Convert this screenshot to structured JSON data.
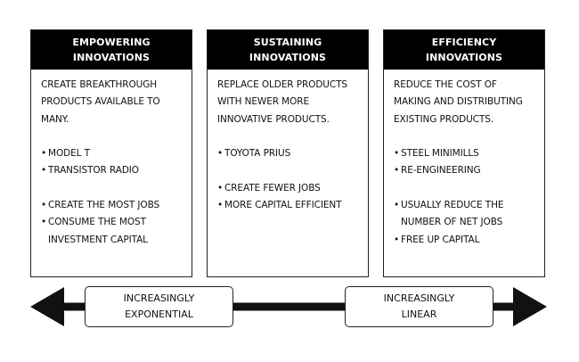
{
  "columns": [
    {
      "header": "EMPOWERING\nINNOVATIONS",
      "description": "CREATE BREAKTHROUGH PRODUCTS AVAILABLE TO MANY.",
      "examples": [
        "MODEL T",
        "TRANSISTOR RADIO"
      ],
      "effects": [
        "CREATE THE MOST JOBS",
        "CONSUME THE MOST INVESTMENT CAPITAL"
      ]
    },
    {
      "header": "SUSTAINING\nINNOVATIONS",
      "description": "REPLACE OLDER PRODUCTS WITH NEWER MORE INNOVATIVE PRODUCTS.",
      "examples": [
        "TOYOTA PRIUS"
      ],
      "effects": [
        "CREATE FEWER JOBS",
        "MORE CAPITAL EFFICIENT"
      ]
    },
    {
      "header": "EFFICIENCY\nINNOVATIONS",
      "description": "REDUCE THE COST OF MAKING AND DISTRIBUTING EXISTING PRODUCTS.",
      "examples": [
        "STEEL MINIMILLS",
        "RE-ENGINEERING"
      ],
      "effects": [
        "USUALLY REDUCE THE NUMBER OF NET JOBS",
        "FREE UP CAPITAL"
      ]
    }
  ],
  "scale": {
    "left_label": "INCREASINGLY\nEXPONENTIAL",
    "right_label": "INCREASINGLY\nLINEAR"
  },
  "colors": {
    "header_bg": "#000000",
    "header_text": "#ffffff",
    "arrow": "#111111",
    "border": "#222222"
  }
}
